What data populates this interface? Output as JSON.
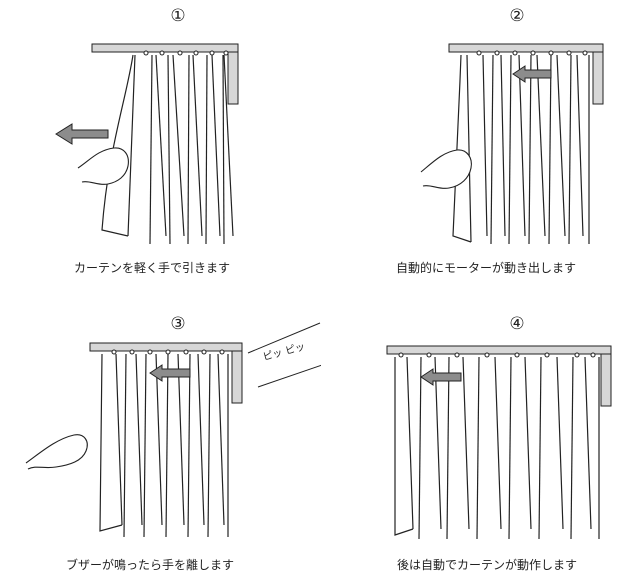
{
  "steps": [
    {
      "number": "①",
      "caption": "カーテンを軽く手で引きます"
    },
    {
      "number": "②",
      "caption": "自動的にモーターが動き出します"
    },
    {
      "number": "③",
      "caption": "ブザーが鳴ったら手を離します",
      "sound_effect": "ピッ ピッ"
    },
    {
      "number": "④",
      "caption": "後は自動でカーテンが動作します"
    }
  ],
  "colors": {
    "rail": "#d7d7d7",
    "arrow": "#8c8c8c",
    "line": "#222222"
  }
}
